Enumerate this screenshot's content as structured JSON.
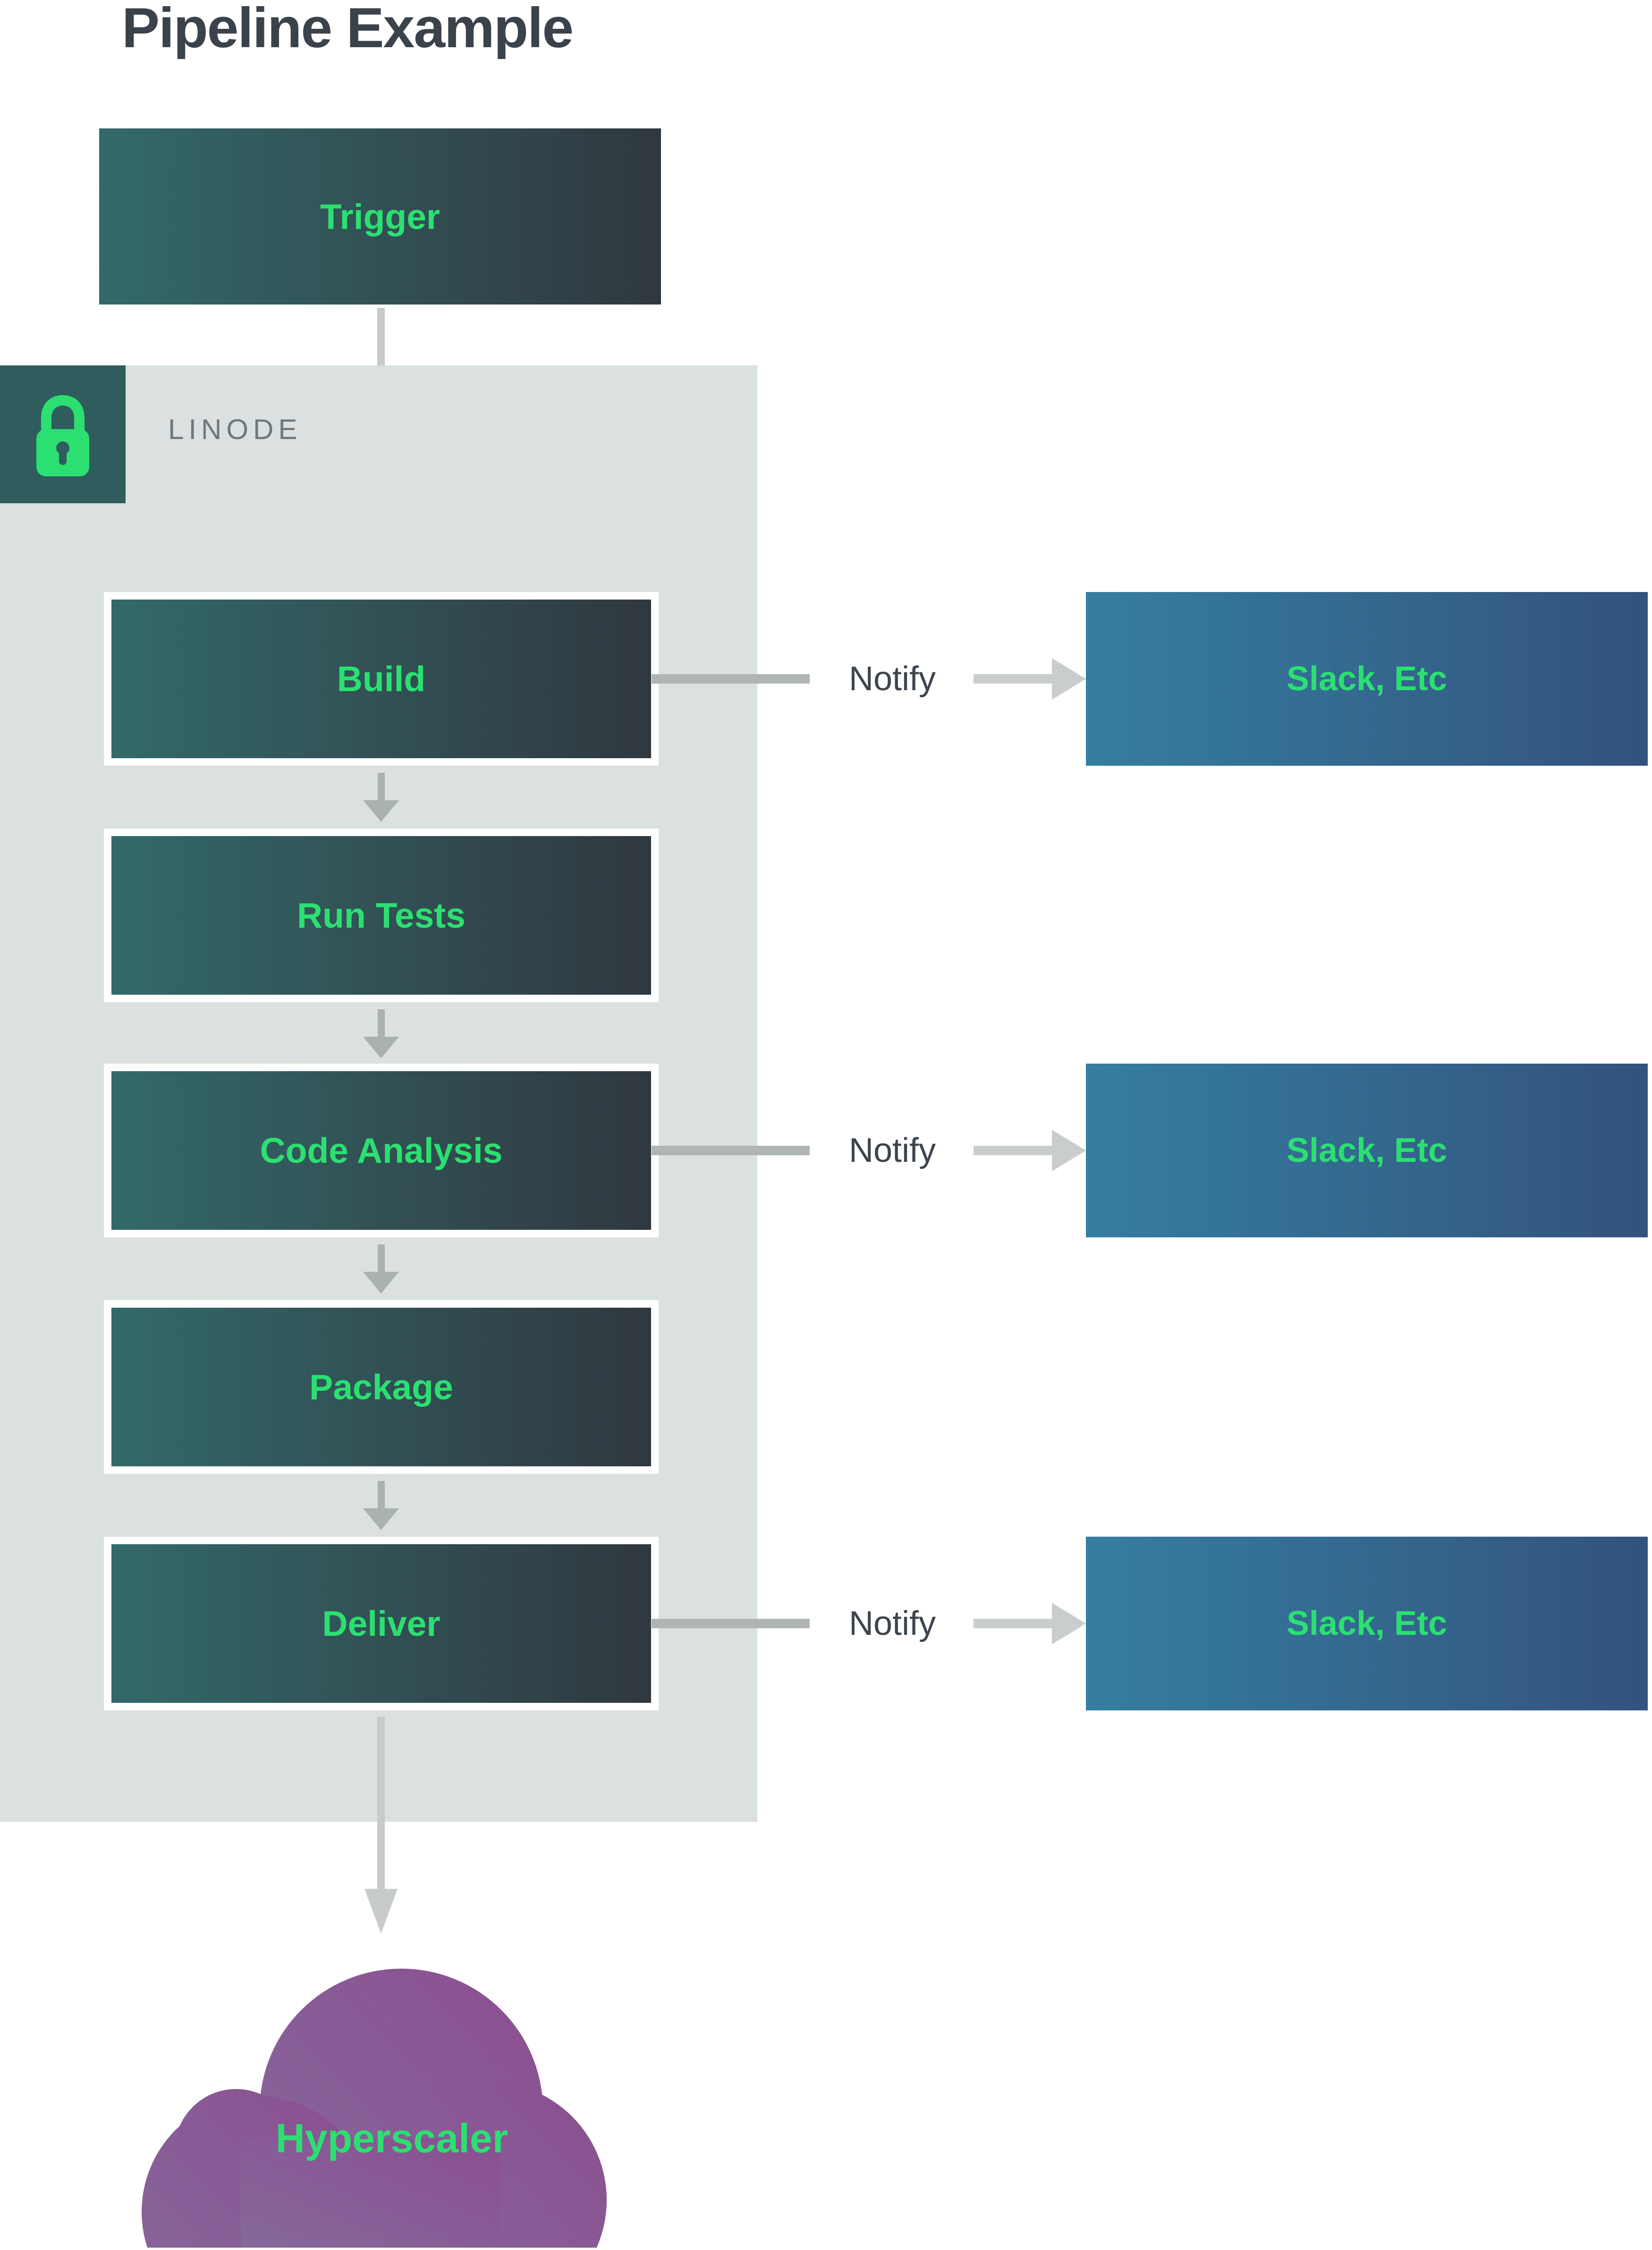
{
  "title": "Pipeline Example",
  "trigger": {
    "label": "Trigger"
  },
  "provider": {
    "name": "LINODE",
    "badge_icon": "lock-icon"
  },
  "stages": [
    {
      "label": "Build",
      "has_notify": true
    },
    {
      "label": "Run Tests",
      "has_notify": false
    },
    {
      "label": "Code Analysis",
      "has_notify": true
    },
    {
      "label": "Package",
      "has_notify": false
    },
    {
      "label": "Deliver",
      "has_notify": true
    }
  ],
  "notifications": {
    "connector_label": "Notify",
    "target_label": "Slack, Etc"
  },
  "destination": {
    "label": "Hyperscaler",
    "shape": "cloud"
  },
  "colors": {
    "accent_green": "#2BE071",
    "stage_gradient_start": "#33696A",
    "stage_gradient_end": "#30383F",
    "slack_gradient_start": "#357EA0",
    "slack_gradient_end": "#33527E",
    "container_bg": "#DAE1E0",
    "lock_badge_bg": "#2F5D5D",
    "cloud_gradient_start": "#8C4E90",
    "cloud_gradient_end": "#85699C",
    "title_text": "#3A424B",
    "notify_text": "#3C454E",
    "linode_text": "#6E7979",
    "arrow_light": "#C7CBCA",
    "arrow_medium": "#A9B2B0"
  }
}
